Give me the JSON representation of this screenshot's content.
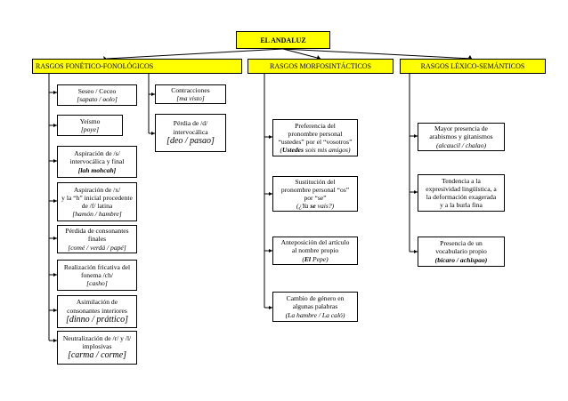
{
  "root": "EL ANDALUZ",
  "categories": {
    "fonetico": "RASGOS FONÉTICO-FONOLÓGICOS",
    "morfo": "RASGOS MORFOSINTÁCTICOS",
    "lexico": "RASGOS LÉXICO-SEMÁNTICOS"
  },
  "fonetico_items": [
    {
      "l1": "Seseo / Ceceo",
      "l2": "[sapato / ɵolo]"
    },
    {
      "l1": "Contracciones",
      "l2": "[ma visto]"
    },
    {
      "l1": "Yeísmo",
      "l2": "[poye]"
    },
    {
      "l1": "Pérdia de /d/",
      "l2": "intervocálica",
      "l3": "[deo / pasao]"
    },
    {
      "l1": "Aspiración de /s/",
      "l2": "intervocálica y final",
      "l3": "[lah mohcah]"
    },
    {
      "l1": "Aspiración de /x/",
      "l2": "y la “h” inicial procedente",
      "l3": "de /f/ latina",
      "l4": "[hamón / hambre]"
    },
    {
      "l1": "Pérdida de consonantes",
      "l2": "finales",
      "l3": "[comé / verdá / papé]"
    },
    {
      "l1": "Realización fricativa del",
      "l2": "fonema /ch/",
      "l3": "[casho]"
    },
    {
      "l1": "Asimilación de",
      "l2": "consonantes interiores",
      "l3": "[dinno / práttico]"
    },
    {
      "l1": "Neutralización de /r/ y /l/",
      "l2": "implosivas",
      "l3": "[carma / corme]"
    }
  ],
  "morfo_items": [
    {
      "l1": "Preferencia del",
      "l2": "pronombre personal",
      "l3": "“ustedes” por el “vosotros”",
      "l4a": "(",
      "l4b": "Ustedes",
      "l4c": " sois mis amigos)"
    },
    {
      "l1": "Sustitución del",
      "l2": "pronombre personal “os”",
      "l3": "por “se”",
      "l4a": "(¿Ya ",
      "l4b": "se",
      "l4c": " vais?)"
    },
    {
      "l1": "Anteposición del artículo",
      "l2": "al nombre propio",
      "l3a": "(",
      "l3b": "El",
      "l3c": " Pepe)"
    },
    {
      "l1": "Cambio de género en",
      "l2": "algunas palabras",
      "l3": "(La hambre / La caló)"
    }
  ],
  "lexico_items": [
    {
      "l1": "Mayor presencia de",
      "l2": "arabismos y gitanismos",
      "l3": "(alcaucil / chalao)"
    },
    {
      "l1": "Tendencia a la",
      "l2": "expresividad lingüística, a",
      "l3": "la deformación exagerada",
      "l4": "y a la burla fina"
    },
    {
      "l1": "Presencia de un",
      "l2": "vocabulario propio",
      "l3": "(bícaro / achispao)"
    }
  ]
}
